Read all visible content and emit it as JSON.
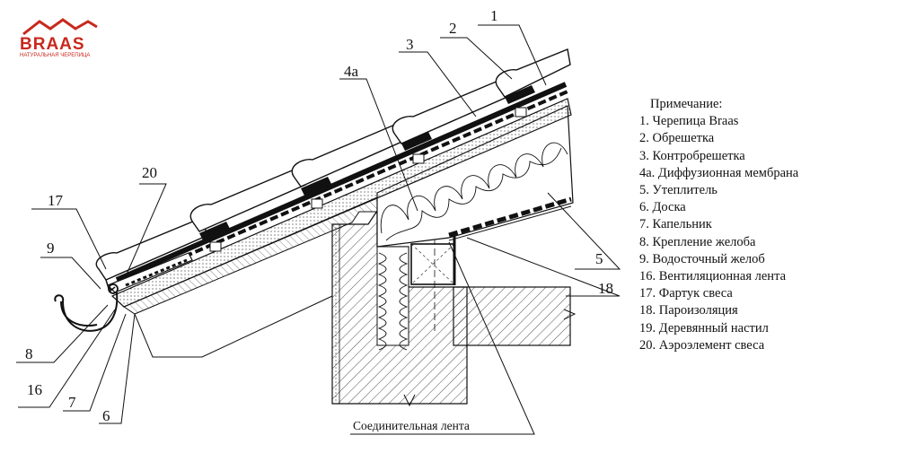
{
  "brand": {
    "name": "BRAAS",
    "tagline": "НАТУРАЛЬНАЯ ЧЕРЕПИЦА",
    "color": "#c8291d"
  },
  "callouts": {
    "c1": "1",
    "c2": "2",
    "c3": "3",
    "c4a": "4а",
    "c5": "5",
    "c6": "6",
    "c7": "7",
    "c8": "8",
    "c9": "9",
    "c16": "16",
    "c17": "17",
    "c18": "18",
    "c20": "20"
  },
  "legend": {
    "title": "Примечание:",
    "items": [
      "1. Черепица Braas",
      "2. Обрешетка",
      "3. Контробрешетка",
      "4а. Диффузионная мембрана",
      "5. Утеплитель",
      "6. Доска",
      "7. Капельник",
      "8. Крепление желоба",
      "9. Водосточный желоб",
      "16. Вентиляционная лента",
      "17. Фартук свеса",
      "18. Пароизоляция",
      "19. Деревянный настил",
      "20. Аэроэлемент свеса"
    ]
  },
  "connecting_tape_label": "Соединительная лента"
}
